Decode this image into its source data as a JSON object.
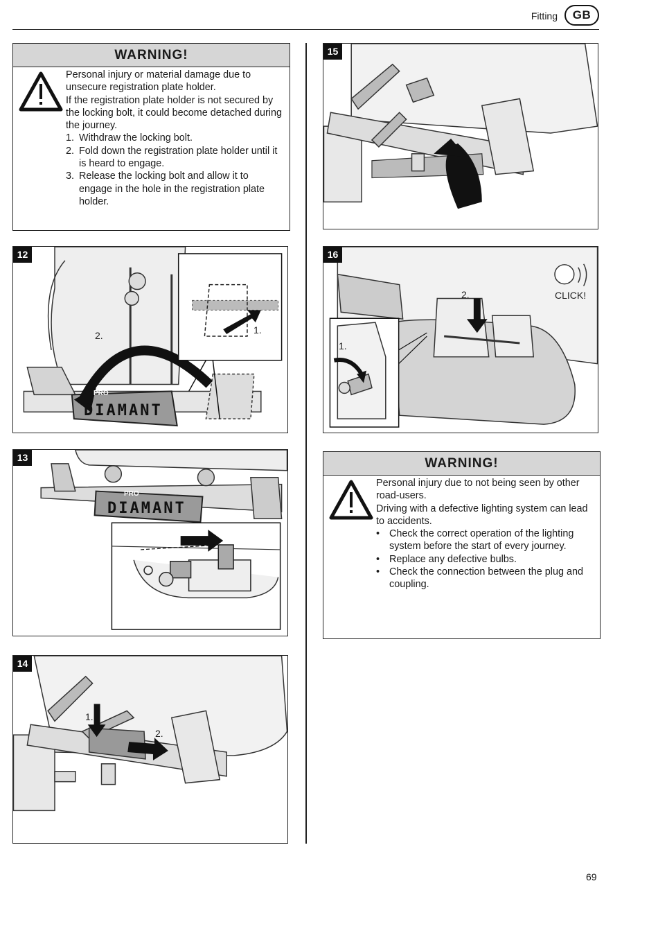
{
  "header": {
    "title": "Fitting",
    "lang_code": "GB"
  },
  "warning_1": {
    "heading": "WARNING!",
    "paragraphs": [
      "Personal injury or material damage due to unsecure registration plate holder.",
      "If the registration plate holder is not secured by the locking bolt, it could become detached during the journey."
    ],
    "steps": [
      {
        "num": "1.",
        "text": "Withdraw the locking bolt."
      },
      {
        "num": "2.",
        "text": "Fold down the registration plate holder until it is heard to engage."
      },
      {
        "num": "3.",
        "text": "Release the locking bolt and allow it to engage in the hole in the registration plate holder."
      }
    ]
  },
  "warning_2": {
    "heading": "WARNING!",
    "paragraphs": [
      "Personal injury due to not being seen by other road-users.",
      "Driving with a defective lighting system can lead to accidents."
    ],
    "bullets": [
      {
        "mark": "•",
        "text": "Check the correct operation of the lighting system before the start of every journey."
      },
      {
        "mark": "•",
        "text": "Replace any defective bulbs."
      },
      {
        "mark": "•",
        "text": "Check the connection between the plug and coupling."
      }
    ]
  },
  "figures": {
    "fig12": {
      "number": "12",
      "label_1": "1.",
      "label_2": "2.",
      "plate_brand": "PRO",
      "plate_text": "DIAMANT"
    },
    "fig13": {
      "number": "13",
      "plate_brand": "PRO",
      "plate_text": "DIAMANT"
    },
    "fig14": {
      "number": "14",
      "label_1": "1.",
      "label_2": "2."
    },
    "fig15": {
      "number": "15"
    },
    "fig16": {
      "number": "16",
      "label_1": "1.",
      "label_2": "2.",
      "click_text": "CLICK!"
    }
  },
  "page_number": "69"
}
